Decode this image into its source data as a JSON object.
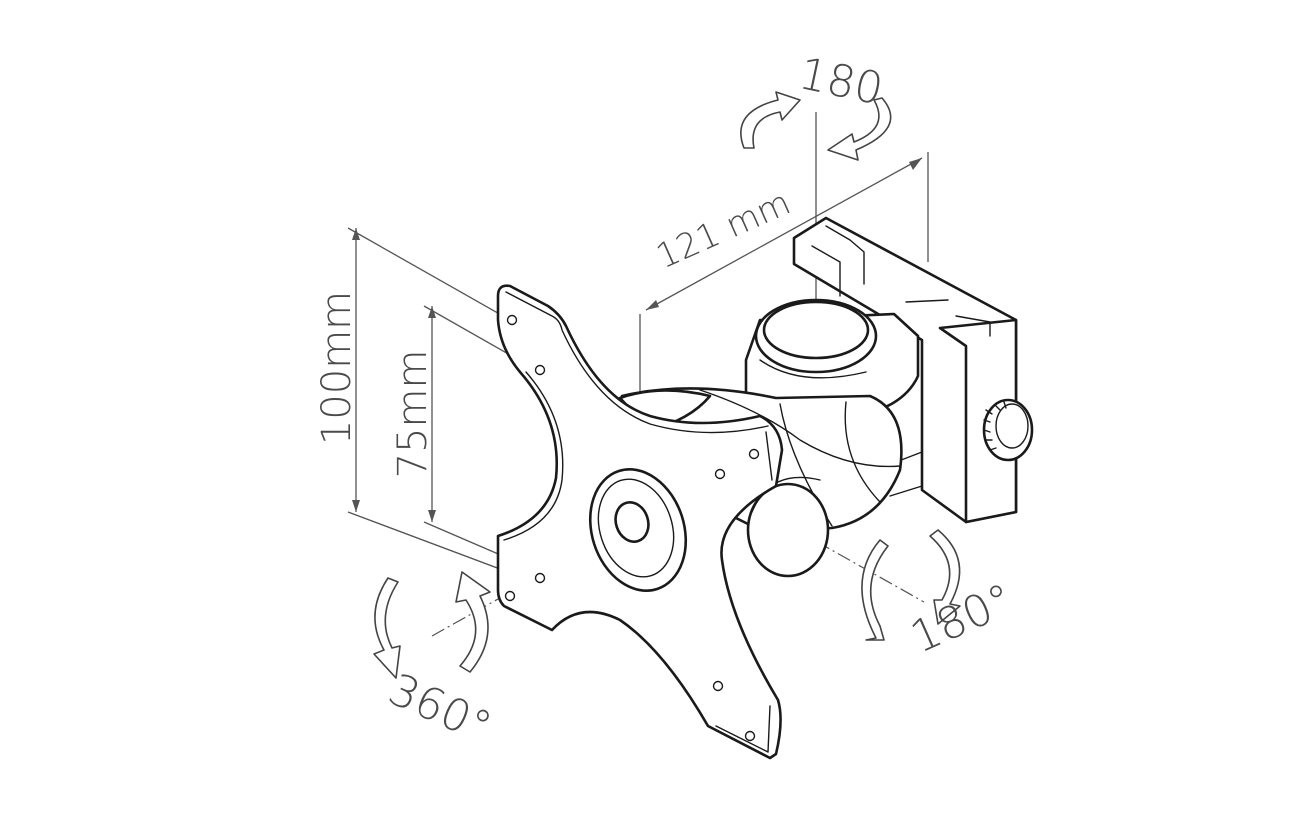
{
  "labels": {
    "width": "121 mm",
    "height_outer": "100mm",
    "height_inner": "75mm",
    "rot_top": "180",
    "rot_right": "180°",
    "rot_left": "360°"
  },
  "colors": {
    "line": "#1a1a1a",
    "dimension": "#555555",
    "text": "#4a4a4a",
    "background": "#ffffff"
  }
}
